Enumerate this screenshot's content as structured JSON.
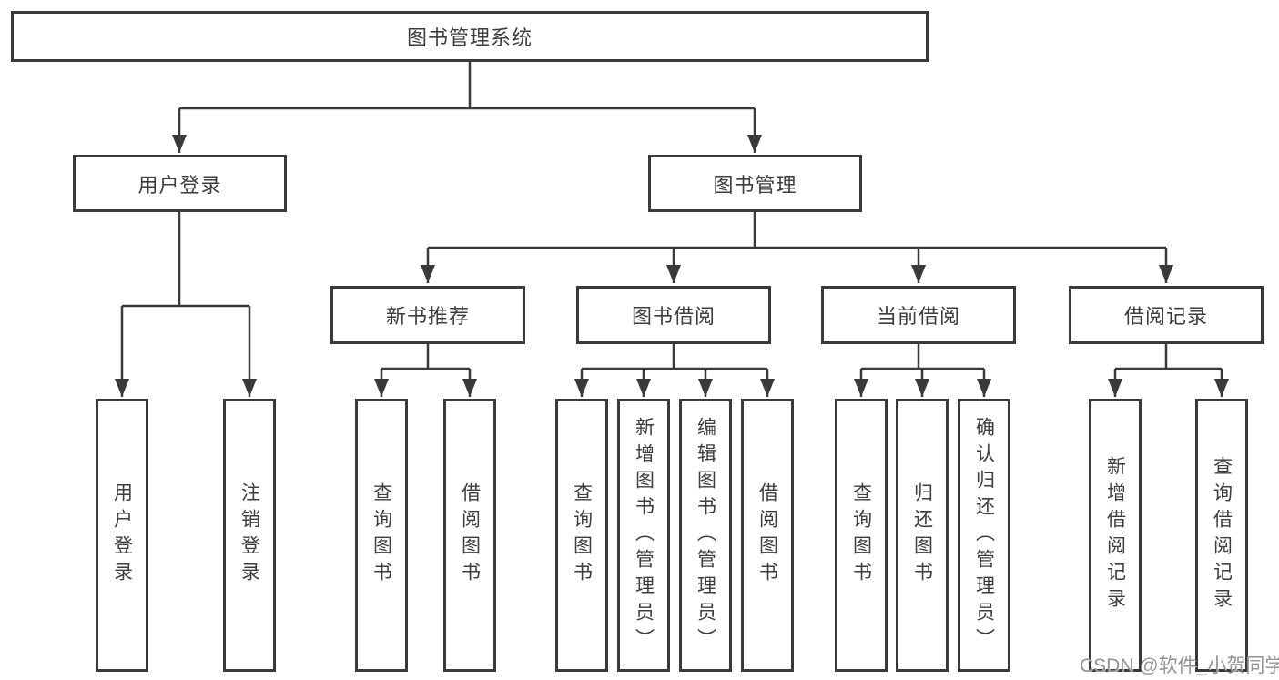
{
  "diagram": {
    "type": "tree",
    "nodes": {
      "root": "图书管理系统",
      "level2": [
        "用户登录",
        "图书管理"
      ],
      "level3": [
        "新书推荐",
        "图书借阅",
        "当前借阅",
        "借阅记录"
      ],
      "leaves": {
        "user_login": [
          "用户登录",
          "注销登录"
        ],
        "new_books": [
          "查询图书",
          "借阅图书"
        ],
        "borrowing": [
          "查询图书",
          "新增图书（管理员）",
          "编辑图书（管理员）",
          "借阅图书"
        ],
        "current": [
          "查询图书",
          "归还图书",
          "确认归还（管理员）"
        ],
        "records": [
          "新增借阅记录",
          "查询借阅记录"
        ]
      }
    },
    "edges": [
      {
        "from": "图书管理系统",
        "to": [
          "用户登录",
          "图书管理"
        ]
      },
      {
        "from": "用户登录",
        "to": [
          "用户登录",
          "注销登录"
        ]
      },
      {
        "from": "图书管理",
        "to": [
          "新书推荐",
          "图书借阅",
          "当前借阅",
          "借阅记录"
        ]
      },
      {
        "from": "新书推荐",
        "to": [
          "查询图书",
          "借阅图书"
        ]
      },
      {
        "from": "图书借阅",
        "to": [
          "查询图书",
          "新增图书（管理员）",
          "编辑图书（管理员）",
          "借阅图书"
        ]
      },
      {
        "from": "当前借阅",
        "to": [
          "查询图书",
          "归还图书",
          "确认归还（管理员）"
        ]
      },
      {
        "from": "借阅记录",
        "to": [
          "新增借阅记录",
          "查询借阅记录"
        ]
      }
    ],
    "colors": {
      "line": "#3a3a3a",
      "text": "#3d3d3d",
      "watermark": "#949494",
      "background": "#ffffff"
    }
  },
  "watermark": {
    "text": "CSDN @软件_小贺同学"
  }
}
